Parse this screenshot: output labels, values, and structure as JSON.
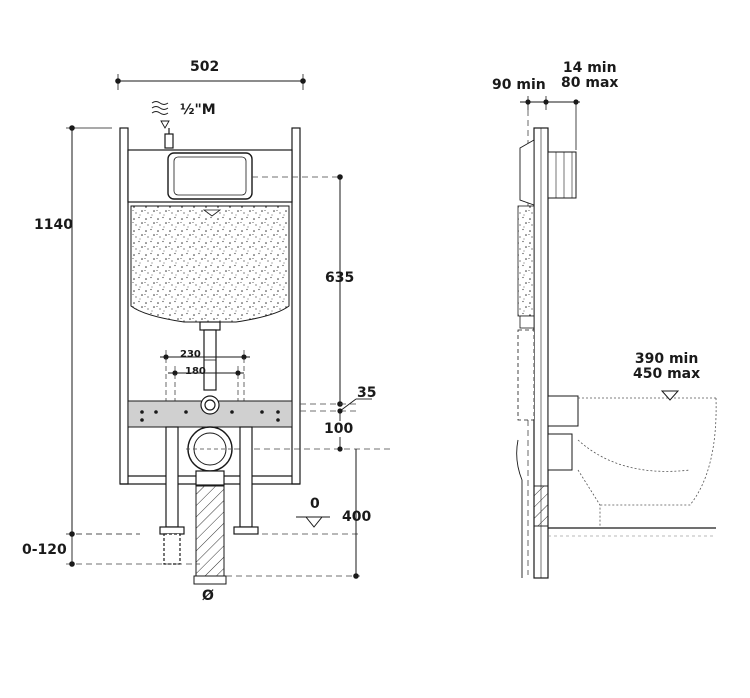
{
  "front_view": {
    "width_label": "502",
    "height_label": "1140",
    "supply_label": "½\"M",
    "cistern_to_pan_label": "635",
    "fixing_outer_label": "230",
    "fixing_inner_label": "180",
    "rail_label": "35",
    "waste_offset_label": "100",
    "waste_height_label": "400",
    "floor_label": "0",
    "leg_adjust_label": "0-120",
    "outlet_label": "Ø"
  },
  "side_view": {
    "wall_gap_label": "90 min",
    "plate_min_label": "14 min",
    "plate_max_label": "80 max",
    "bowl_min_label": "390 min",
    "bowl_max_label": "450 max"
  },
  "colors": {
    "line": "#1a1a1a",
    "dash": "#444444",
    "frame_fill": "#ffffff",
    "cistern_fill": "#f4f4f4",
    "rail_fill": "#cfcfcf"
  },
  "icons": {
    "supply": "water-supply-icon",
    "level": "level-triangle-icon"
  }
}
